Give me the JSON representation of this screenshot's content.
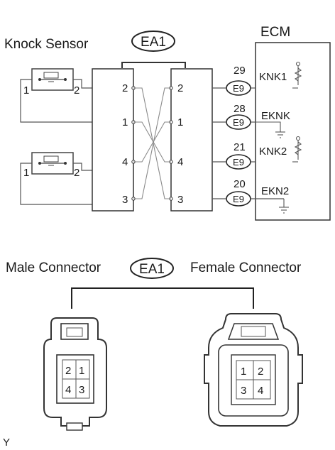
{
  "labels": {
    "knock_sensor": "Knock Sensor",
    "ecm": "ECM",
    "connector_code": "EA1",
    "male_connector": "Male Connector",
    "female_connector": "Female Connector",
    "figure_letter": "Y"
  },
  "sensor_pins": {
    "left": "1",
    "right": "2"
  },
  "harness_pins": [
    "2",
    "1",
    "4",
    "3"
  ],
  "ecm_connector": "E9",
  "ecm_terminals": [
    {
      "pin": "29",
      "name": "KNK1"
    },
    {
      "pin": "28",
      "name": "EKNK"
    },
    {
      "pin": "21",
      "name": "KNK2"
    },
    {
      "pin": "20",
      "name": "EKN2"
    }
  ],
  "male_pins": [
    "2",
    "1",
    "4",
    "3"
  ],
  "female_pins": [
    "1",
    "2",
    "3",
    "4"
  ]
}
